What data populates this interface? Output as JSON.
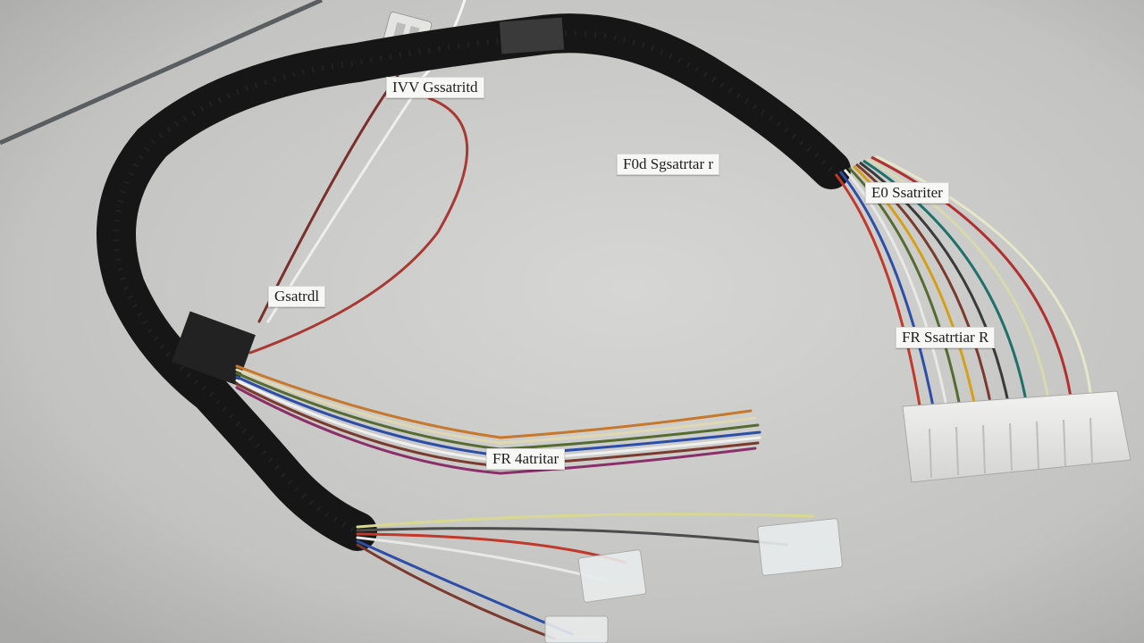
{
  "labels": {
    "top_tag": "IVV Gssatritd",
    "center_tag": "F0d Sgsatrtar r",
    "right_upper_tag": "E0 Ssatriter",
    "left_tag": "Gsatrdl",
    "right_lower_tag": "FR Ssatrtiar R",
    "bottom_tag": "FR 4atritar"
  },
  "colors": {
    "surface": "#c9c9c7",
    "sleeve": "#141414",
    "connector": "#e8e8e6"
  }
}
